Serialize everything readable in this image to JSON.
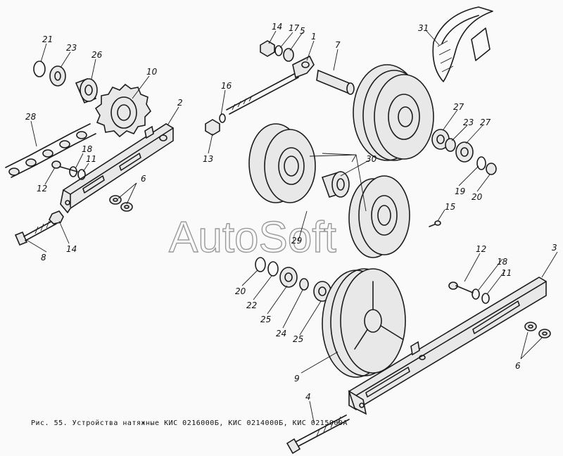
{
  "watermark": "AutoSoft",
  "caption": "Рис. 55. Устройства натяжные КИС 0216000Б, КИС 0214000Б, КИС 0215000А",
  "callouts": {
    "c1": "1",
    "c2": "2",
    "c3": "3",
    "c4": "4",
    "c5": "5",
    "c6a": "6",
    "c6b": "6",
    "c7": "7",
    "c8": "8",
    "c9": "9",
    "c10": "10",
    "c11a": "11",
    "c11b": "11",
    "c12a": "12",
    "c12b": "12",
    "c13": "13",
    "c14a": "14",
    "c14b": "14",
    "c15": "15",
    "c16": "16",
    "c17": "17",
    "c18a": "18",
    "c18b": "18",
    "c19": "19",
    "c20a": "20",
    "c20b": "20",
    "c21": "21",
    "c22": "22",
    "c23a": "23",
    "c23b": "23",
    "c24": "24",
    "c25a": "25",
    "c25b": "25",
    "c26": "26",
    "c27a": "27",
    "c27b": "27",
    "c28": "28",
    "c29": "29",
    "c30": "30",
    "c31": "31"
  }
}
